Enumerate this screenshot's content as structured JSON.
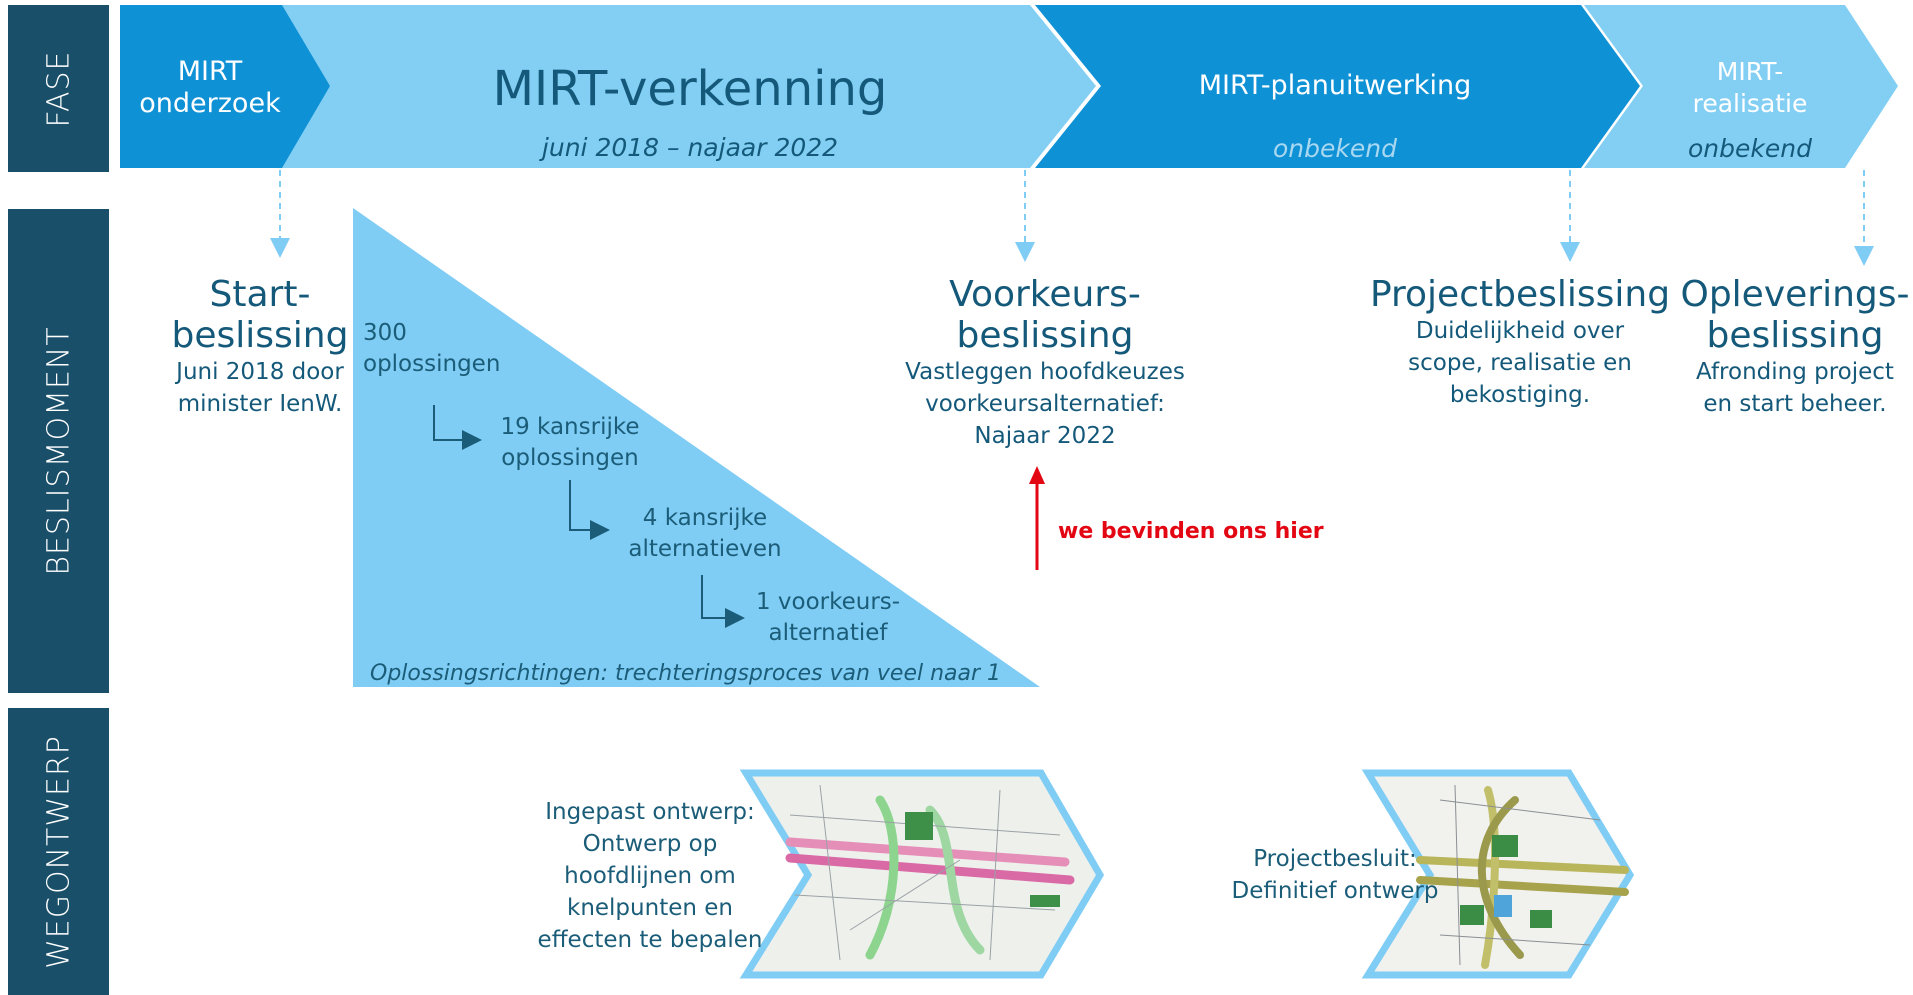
{
  "sidebar": {
    "fase": "FASE",
    "beslismoment": "BESLISMOMENT",
    "wegontwerp": "WEGONTWERP"
  },
  "phases": [
    {
      "line1": "MIRT",
      "line2": "onderzoek"
    },
    {
      "title": "MIRT-verkenning",
      "period": "juni 2018 – najaar 2022"
    },
    {
      "title": "MIRT-planuitwerking",
      "period": "onbekend"
    },
    {
      "line1": "MIRT-",
      "line2": "realisatie",
      "period": "onbekend"
    }
  ],
  "decisions": [
    {
      "title1": "Start-",
      "title2": "beslissing",
      "body1": "Juni 2018 door",
      "body2": "minister IenW."
    },
    {
      "title1": "Voorkeurs-",
      "title2": "beslissing",
      "body1": "Vastleggen hoofdkeuzes",
      "body2": "voorkeursalternatief:",
      "body3": "Najaar 2022"
    },
    {
      "title1": "Projectbeslissing",
      "body1": "Duidelijkheid over",
      "body2": "scope, realisatie en",
      "body3": "bekostiging."
    },
    {
      "title1": "Opleverings-",
      "title2": "beslissing",
      "body1": "Afronding project",
      "body2": "en start beheer."
    }
  ],
  "funnel": {
    "steps": [
      {
        "line1": "300",
        "line2": "oplossingen"
      },
      {
        "line1": "19 kansrijke",
        "line2": "oplossingen"
      },
      {
        "line1": "4 kansrijke",
        "line2": "alternatieven"
      },
      {
        "line1": "1 voorkeurs-",
        "line2": "alternatief"
      }
    ],
    "caption": "Oplossingsrichtingen: trechteringsproces van veel naar 1"
  },
  "marker": "we bevinden ons hier",
  "designs": [
    {
      "lines": [
        "Ingepast ontwerp:",
        "Ontwerp op",
        "hoofdlijnen om",
        "knelpunten en",
        "effecten te bepalen"
      ]
    },
    {
      "lines": [
        "Projectbesluit:",
        "Definitief ontwerp"
      ]
    }
  ],
  "colors": {
    "sidebar": "#1a4f6a",
    "phase_dark": "#0f91d6",
    "phase_light": "#83cff4",
    "funnel": "#7fccf4",
    "marker": "#e30613",
    "text_dark": "#15597a"
  }
}
